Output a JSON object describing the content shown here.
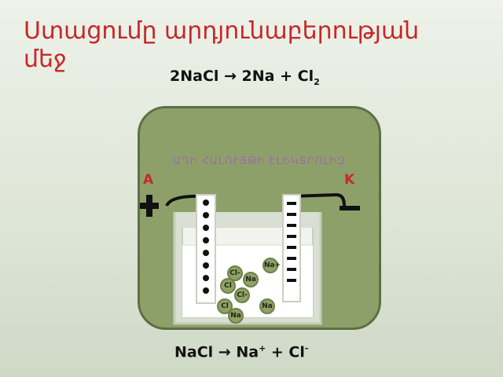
{
  "slide": {
    "title": "Ստացումը  արդյունաբերության մեջ",
    "top_equation": {
      "lhs": "2NaCl → 2Na + Cl",
      "sub": "2"
    },
    "bottom_equation": {
      "lhs": "NaCl → Na",
      "sup1": "+",
      "mid": " + Cl",
      "sup2": "-"
    },
    "panel_label": "ԱՂԻ ՀԱԼՈՒՅԹԻ ԷԼԵԿՏՐՈԼԻԶ",
    "anode_label": "A",
    "cathode_label": "K",
    "ions": [
      "Na+",
      "Cl-",
      "Na",
      "Cl",
      "Cl-",
      "Cl",
      "Na",
      "Na"
    ]
  },
  "colors": {
    "title": "#c62828",
    "panel": "#8ea06a",
    "ion": "#8fa364",
    "label": "#9c6aa8"
  }
}
